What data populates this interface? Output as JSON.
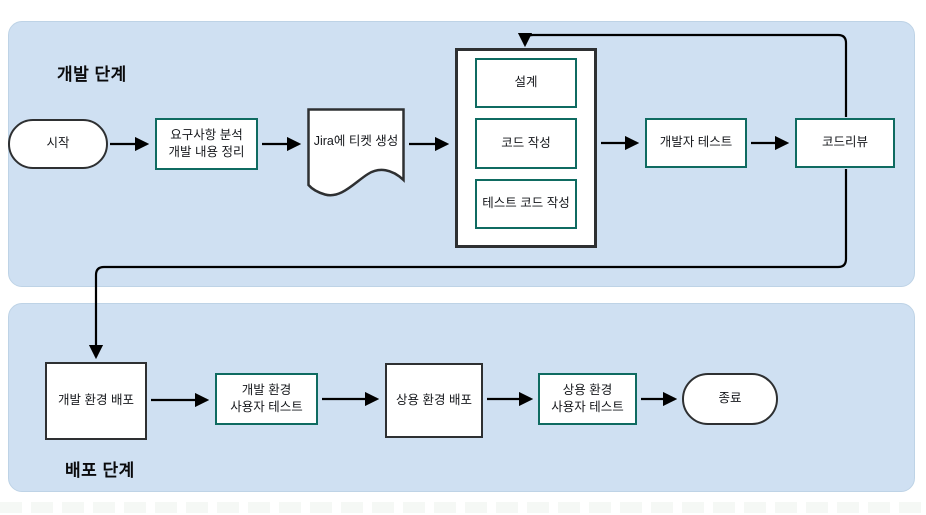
{
  "diagram": {
    "phases": {
      "development": {
        "label": "개발 단계"
      },
      "deployment": {
        "label": "배포 단계"
      }
    },
    "nodes": {
      "start": {
        "label": "시작",
        "shape": "stadium"
      },
      "requirements": {
        "line1": "요구사항 분석",
        "line2": "개발 내용 정리",
        "shape": "process"
      },
      "jira_ticket": {
        "label": "Jira에 티켓 생성",
        "shape": "document"
      },
      "design": {
        "label": "설계",
        "shape": "process"
      },
      "write_code": {
        "label": "코드 작성",
        "shape": "process"
      },
      "write_test_code": {
        "label": "테스트 코드 작성",
        "shape": "process"
      },
      "developer_test": {
        "label": "개발자 테스트",
        "shape": "process"
      },
      "code_review": {
        "label": "코드리뷰",
        "shape": "process"
      },
      "dev_env_deploy": {
        "label": "개발 환경 배포",
        "shape": "process"
      },
      "dev_env_user_test": {
        "line1": "개발 환경",
        "line2": "사용자 테스트",
        "shape": "process"
      },
      "prod_env_deploy": {
        "label": "상용 환경 배포",
        "shape": "process"
      },
      "prod_env_user_test": {
        "line1": "상용 환경",
        "line2": "사용자 테스트",
        "shape": "process"
      },
      "end": {
        "label": "종료",
        "shape": "stadium"
      }
    },
    "colors": {
      "panel_background": "#cfe0f2",
      "accent_teal_border": "#0f6b61",
      "dark_border": "#2e3032",
      "connector": "#000000",
      "text": "#16181c"
    }
  }
}
